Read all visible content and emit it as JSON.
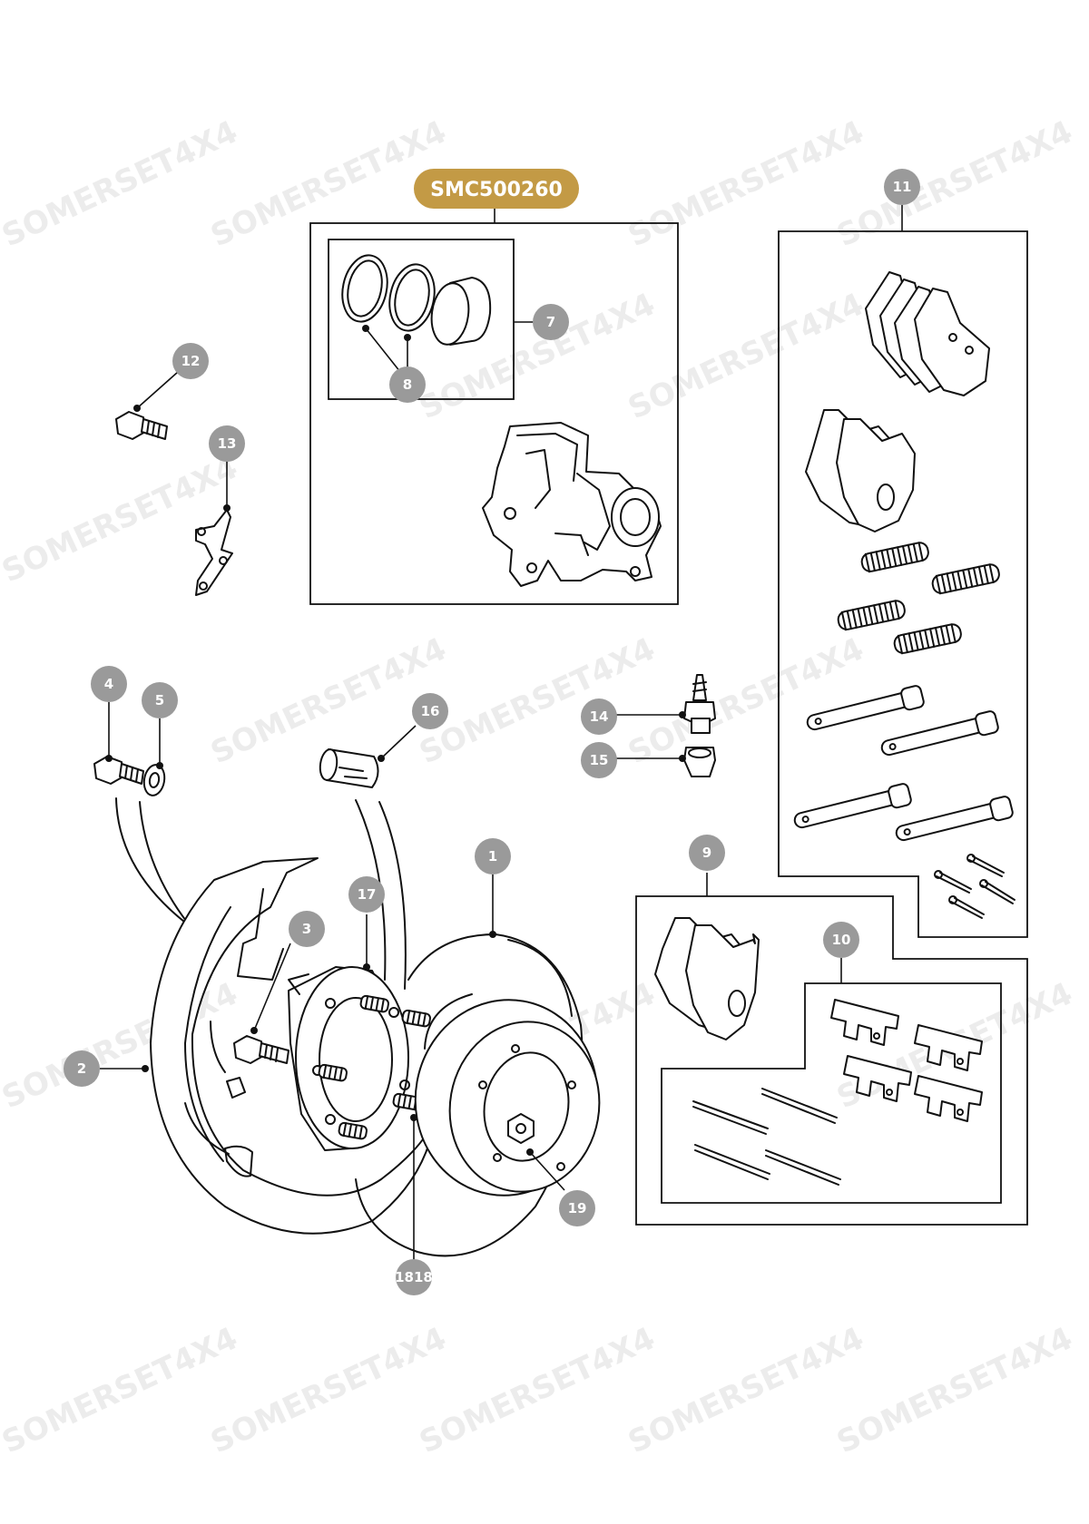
{
  "part_number": "SMC500260",
  "watermark": "SOMERSET4X4",
  "colors": {
    "label_bg": "#C39A45",
    "callout_bg": "#9A9A9A",
    "line": "#111111"
  },
  "callouts": {
    "c1": "1",
    "c2": "2",
    "c3": "3",
    "c4": "4",
    "c5": "5",
    "c7": "7",
    "c8": "8",
    "c9": "9",
    "c10": "10",
    "c11": "11",
    "c12": "12",
    "c13": "13",
    "c14": "14",
    "c15": "15",
    "c16": "16",
    "c17": "17",
    "c18": "1818",
    "c19": "19"
  }
}
